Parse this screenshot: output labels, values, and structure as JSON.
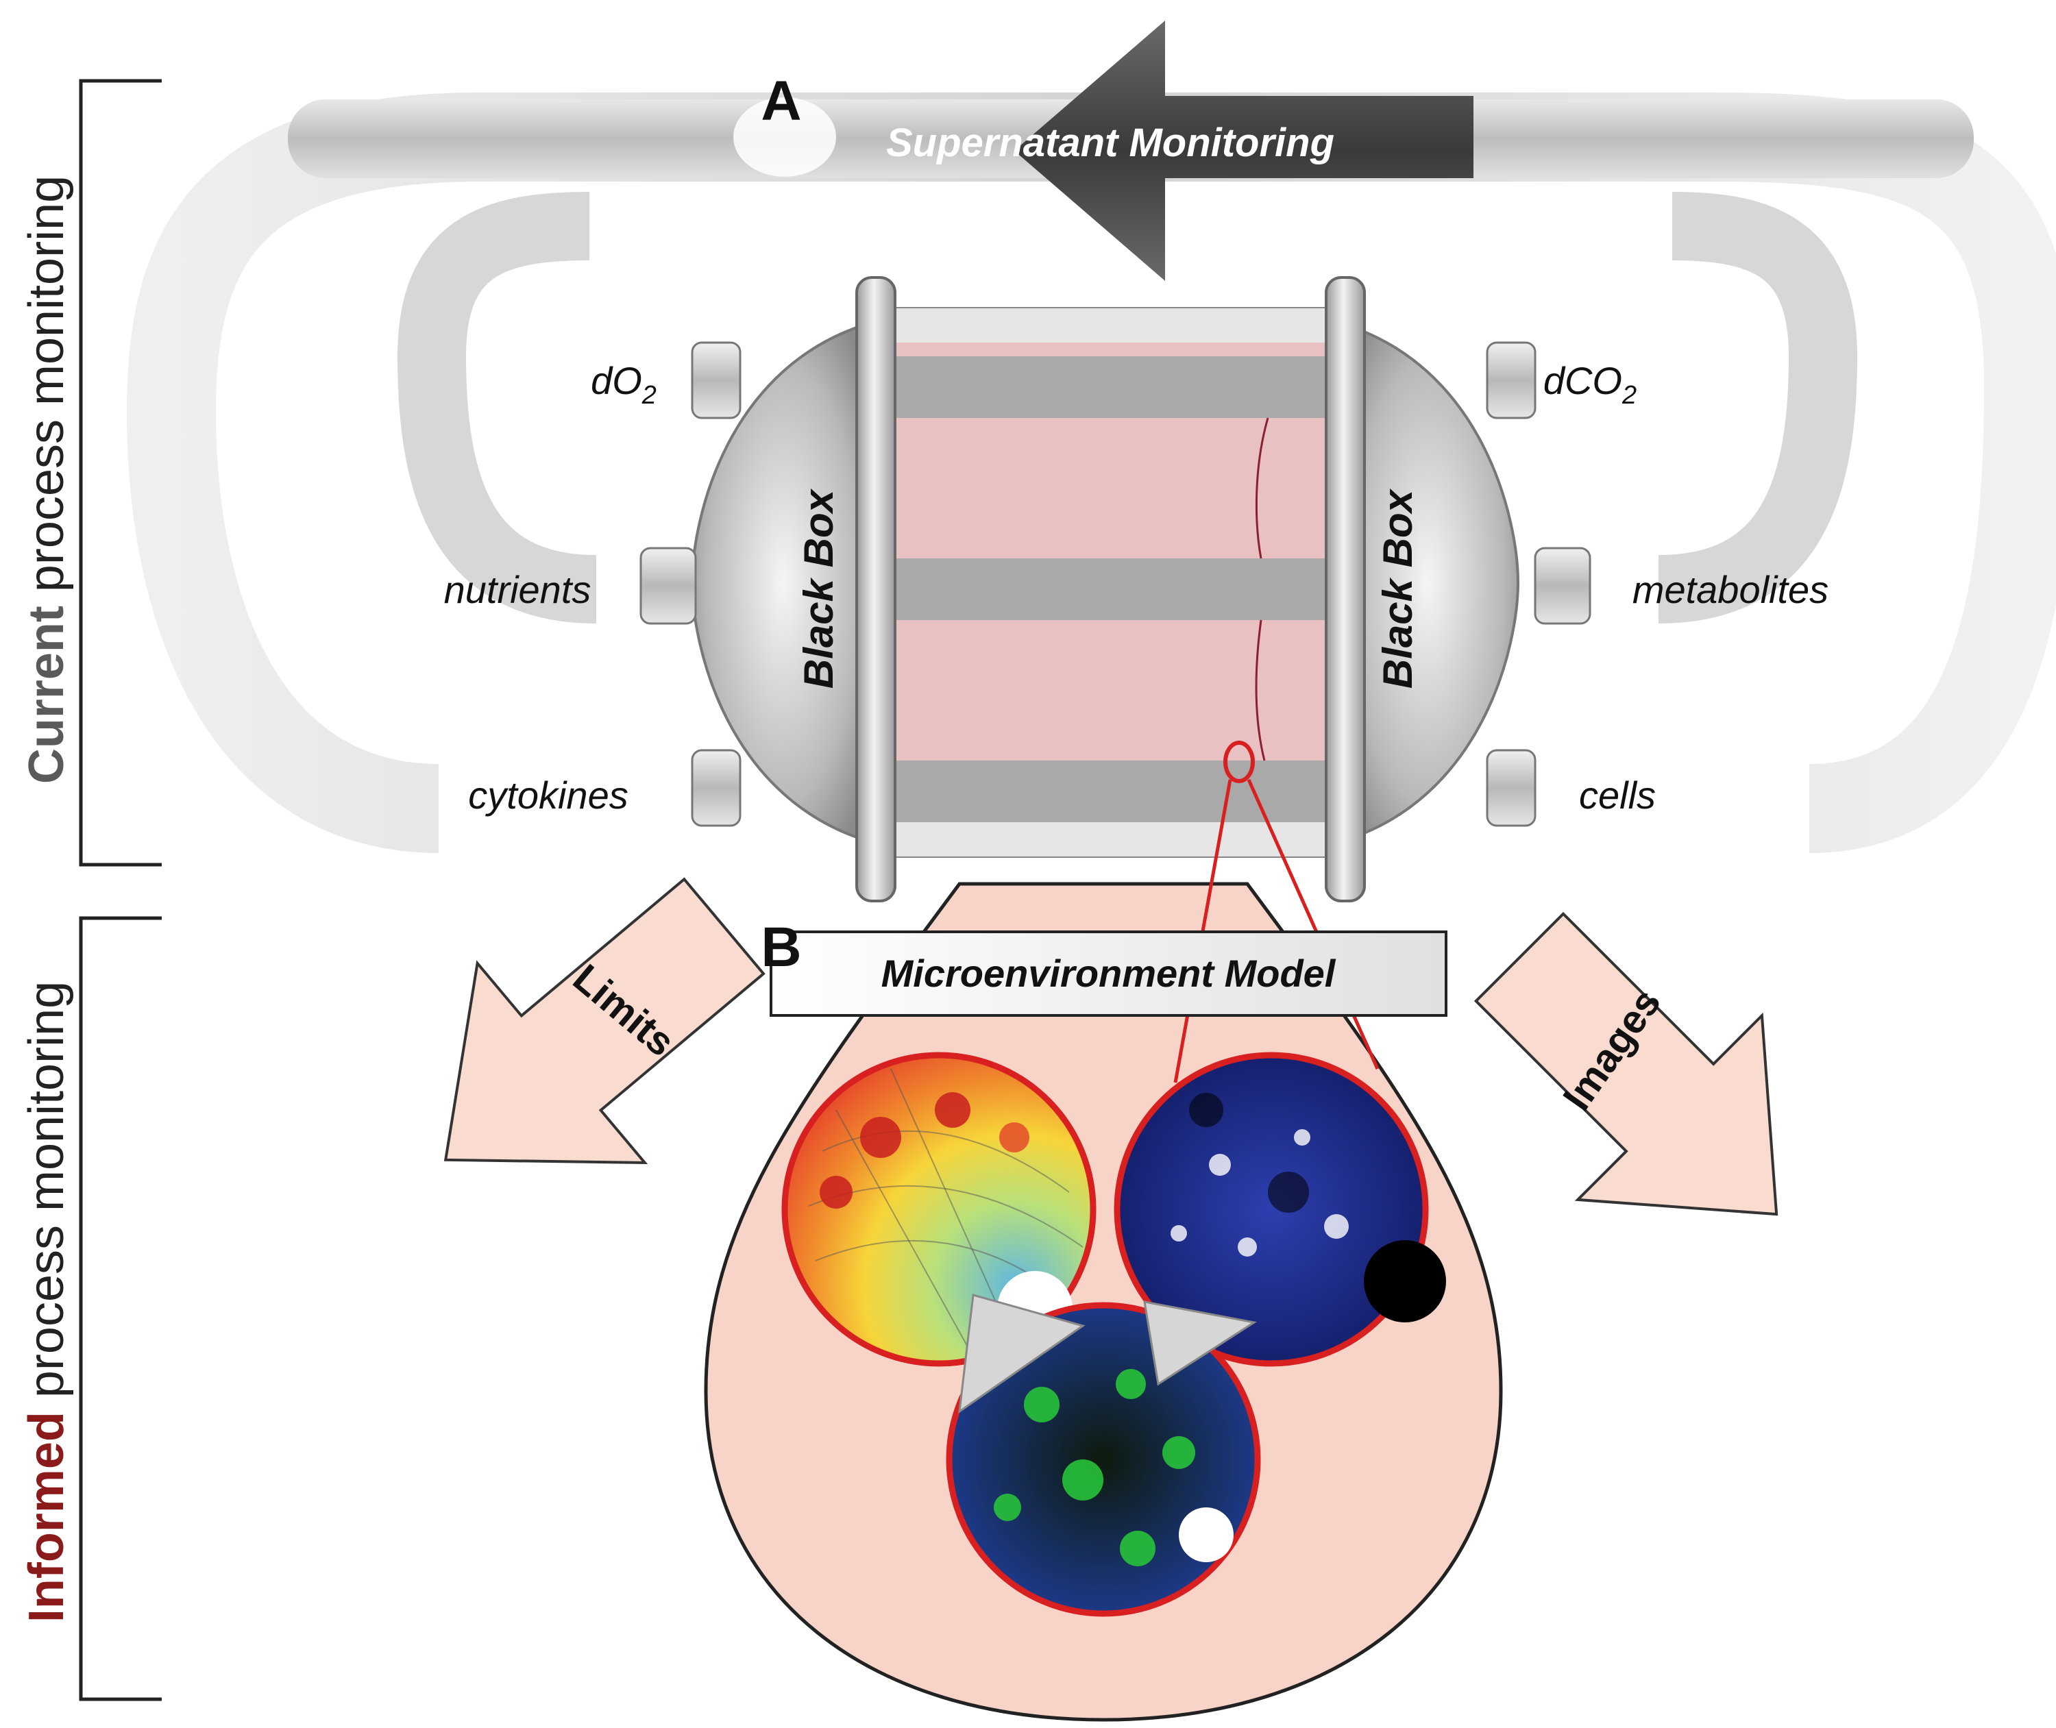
{
  "panel_a": {
    "letter": "A",
    "arrow_label": "Supernatant Monitoring",
    "box_label_left": "Black Box",
    "box_label_right": "Black Box",
    "inputs": {
      "top": "dO",
      "top_sub": "2",
      "middle": "nutrients",
      "bottom": "cytokines"
    },
    "outputs": {
      "top": "dCO",
      "top_sub": "2",
      "middle": "metabolites",
      "bottom": "cells"
    }
  },
  "panel_b": {
    "letter": "B",
    "model_label": "Microenvironment Model",
    "left_arrow_label": "Limits",
    "right_arrow_label": "Images"
  },
  "side_labels": {
    "current_highlight": "Current",
    "current_rest": " process monitoring",
    "informed_highlight": "Informed",
    "informed_rest": " process monitoring"
  },
  "colors": {
    "current_highlight": "#5a5a5a",
    "informed_highlight": "#8b1a1a",
    "callout_red": "#d92020",
    "model_fill": "#f7d3c8",
    "tube_gray": "#cfcfcf"
  }
}
